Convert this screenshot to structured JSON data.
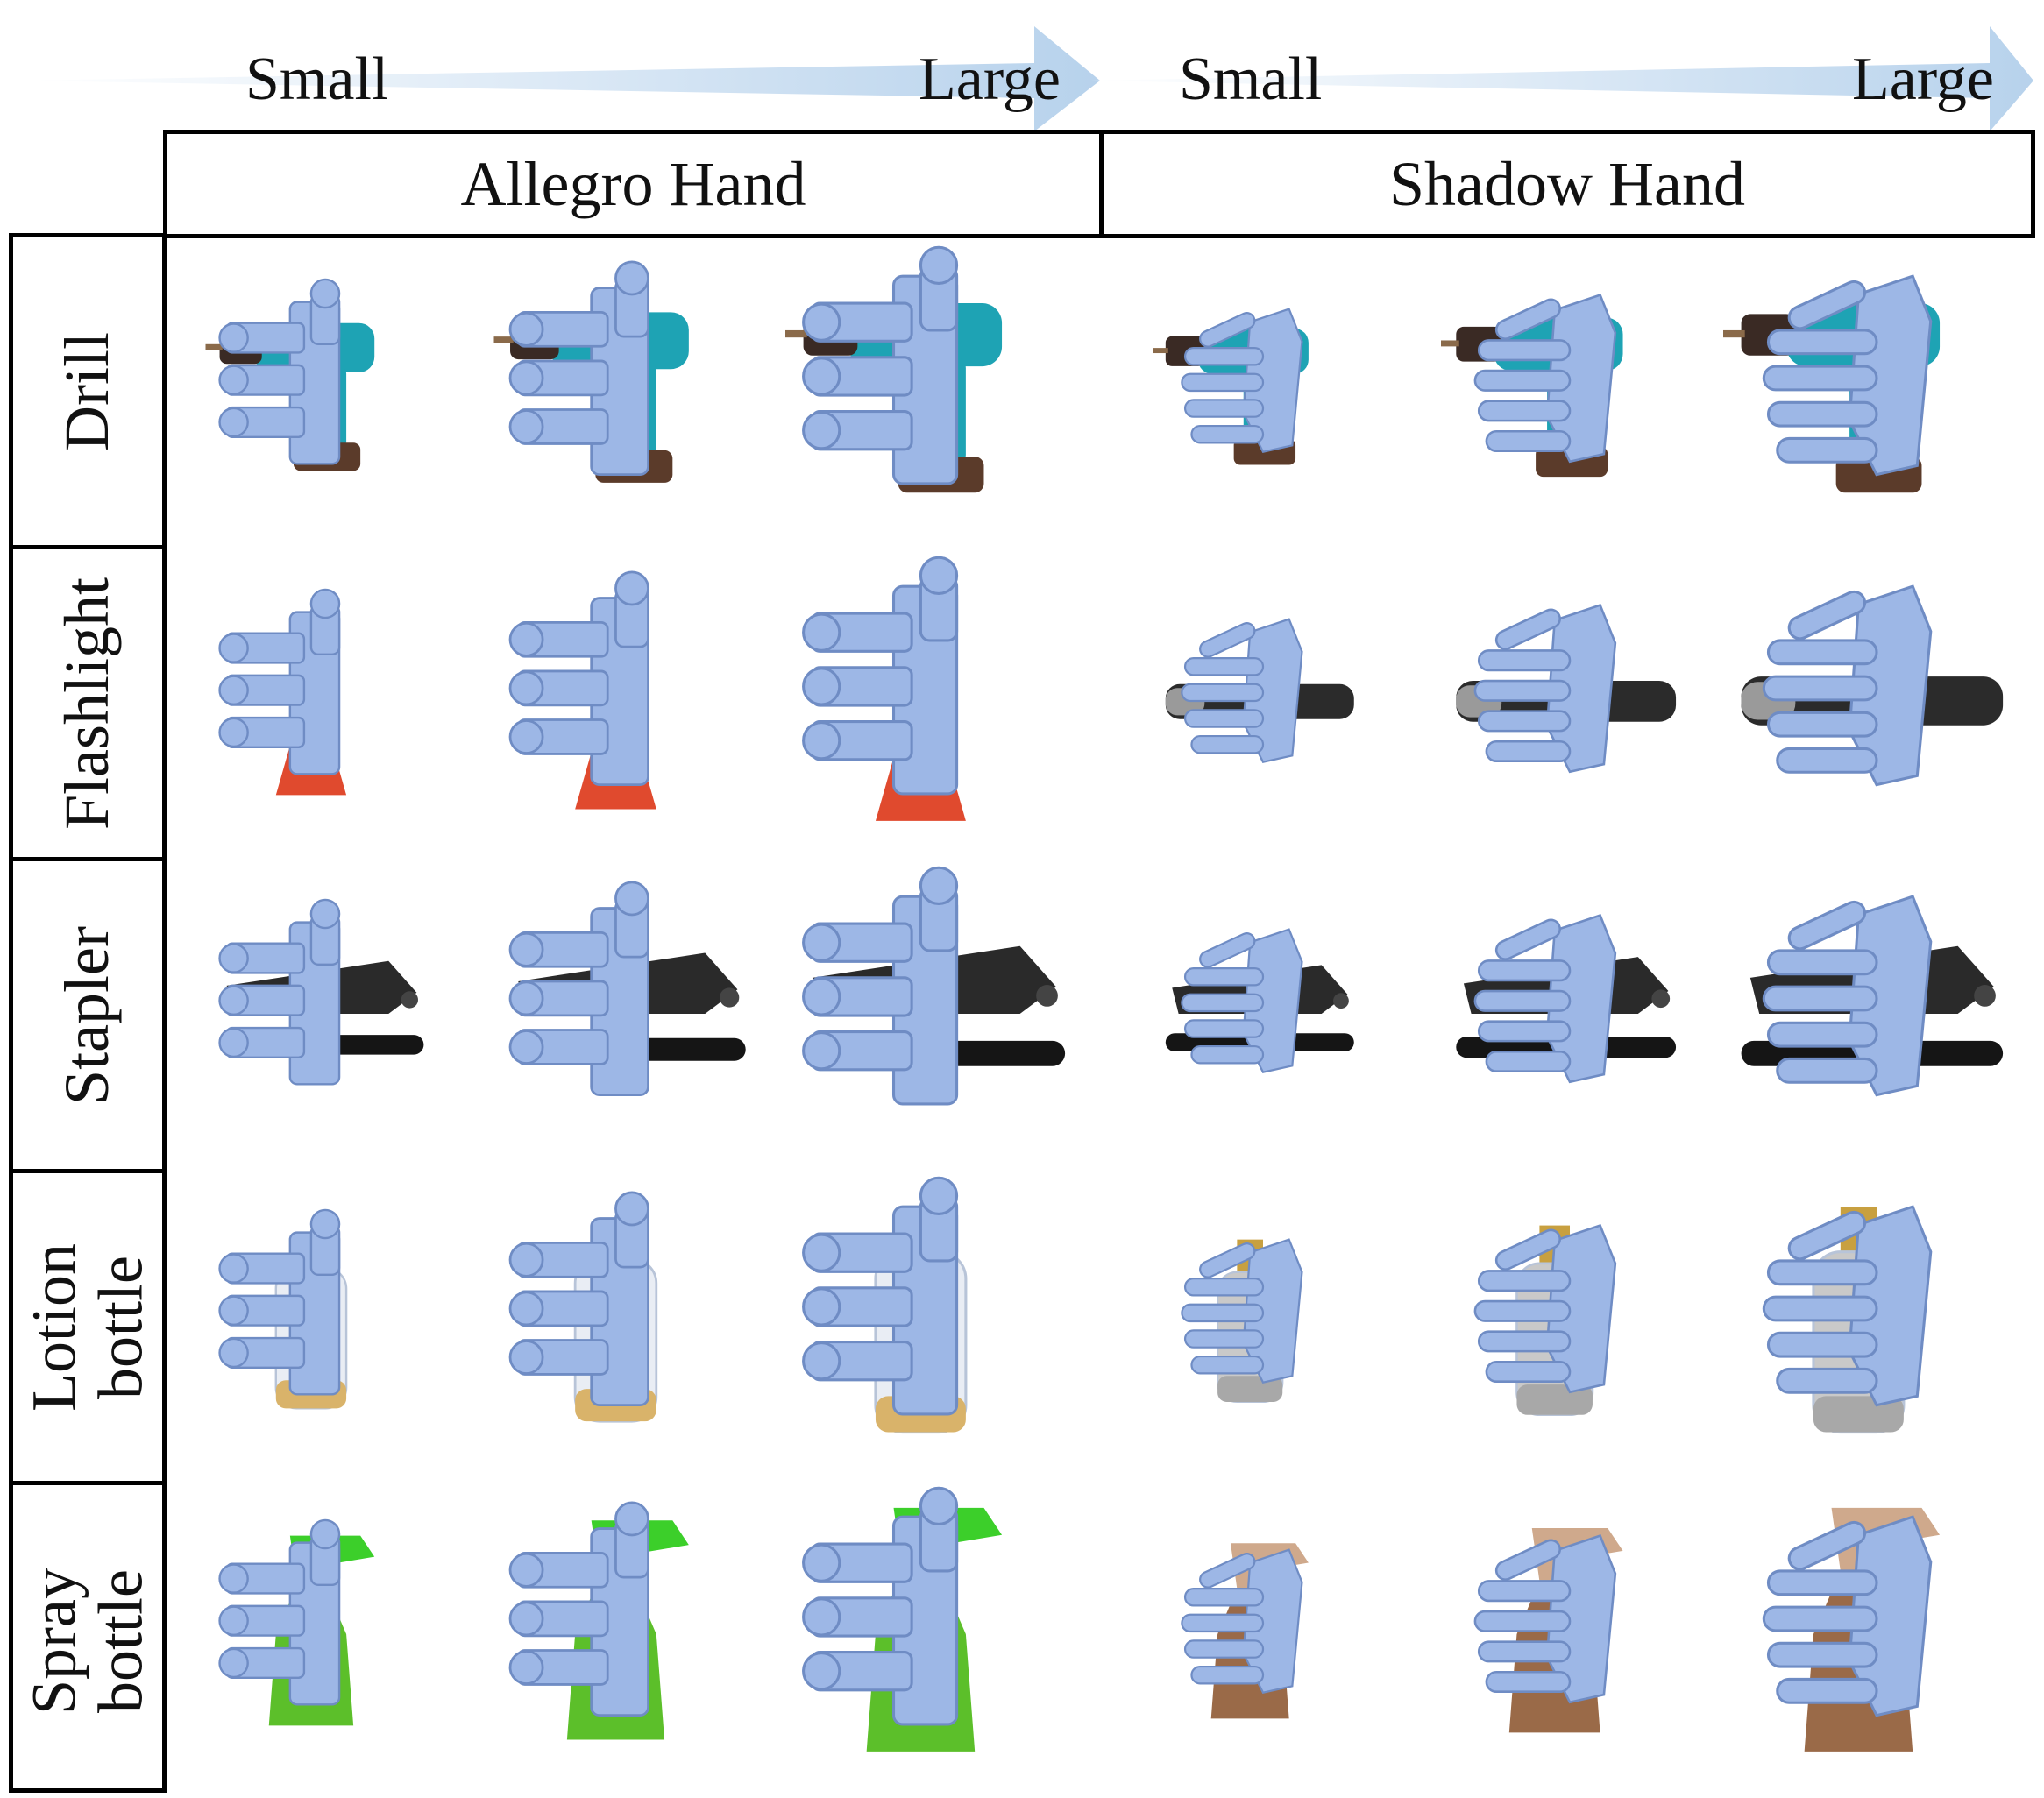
{
  "scale": {
    "allegro_small": "Small",
    "allegro_large": "Large",
    "shadow_small": "Small",
    "shadow_large": "Large"
  },
  "columns": {
    "allegro": "Allegro Hand",
    "shadow": "Shadow Hand"
  },
  "rows": [
    {
      "line1": "Drill",
      "line2": "",
      "object": "drill"
    },
    {
      "line1": "Flashlight",
      "line2": "",
      "object": "flashlight"
    },
    {
      "line1": "Stapler",
      "line2": "",
      "object": "stapler"
    },
    {
      "line1": "Lotion",
      "line2": "bottle",
      "object": "lotion"
    },
    {
      "line1": "Spray",
      "line2": "bottle",
      "object": "spray"
    }
  ],
  "colors": {
    "arrow": "#bcd6ee",
    "hand": "#9db7e6",
    "hand_dark": "#6f8cc4",
    "drill_body": "#1ea3b4",
    "drill_chuck": "#3a2a24",
    "flashlight_allegro": "#e04a2e",
    "flashlight_shadow": "#2b2b2b",
    "stapler": "#2a2a2a",
    "lotion": "#e9edf4",
    "lotion_shadow": "#c9c9c9",
    "spray_allegro": "#5cbf2a",
    "spray_shadow": "#9a6a48"
  }
}
